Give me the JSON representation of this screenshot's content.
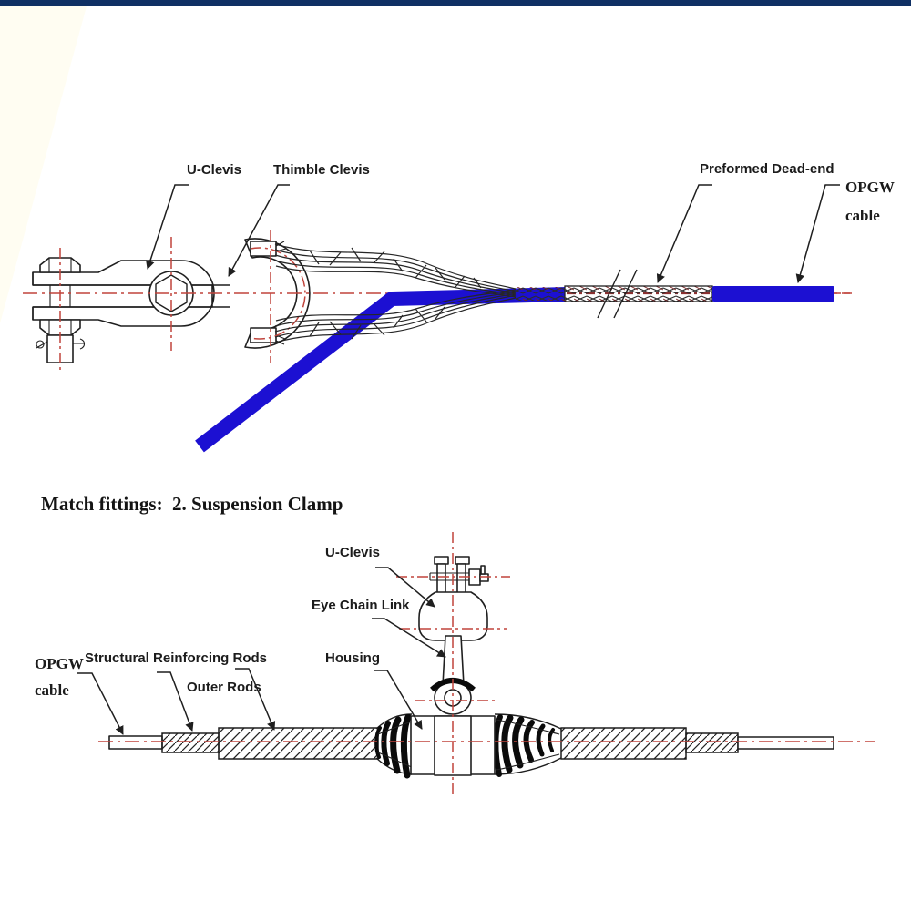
{
  "heading": {
    "text": "Match fittings:  2. Suspension Clamp"
  },
  "dead_end_diagram": {
    "labels": {
      "u_clevis": "U-Clevis",
      "thimble_clevis": "Thimble Clevis",
      "preformed_dead_end": "Preformed Dead-end",
      "opgw_line1": "OPGW",
      "opgw_line2": "cable"
    }
  },
  "suspension_diagram": {
    "labels": {
      "u_clevis": "U-Clevis",
      "eye_chain_link": "Eye Chain Link",
      "housing": "Housing",
      "structural_rods": "Structural Reinforcing Rods",
      "outer_rods": "Outer Rods",
      "opgw_line1": "OPGW",
      "opgw_line2": "cable"
    }
  },
  "colors": {
    "cable_blue": "#1c10d2",
    "centerline_red": "#c0443c",
    "top_bar_navy": "#0f3064"
  }
}
